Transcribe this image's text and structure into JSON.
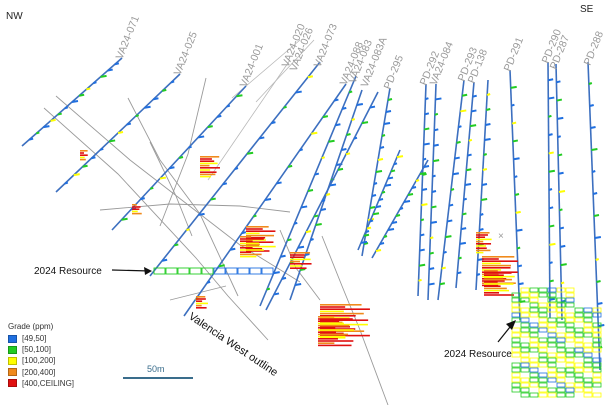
{
  "orientation": {
    "left": "NW",
    "right": "SE"
  },
  "holes": [
    "VA24-071",
    "VA24-025",
    "VA24-001",
    "VA24-020",
    "VA24-026",
    "VA24-073",
    "VA24-088",
    "VA24-083",
    "VA24-083A",
    "PD-295",
    "PD-292",
    "VA24-084",
    "PD-293",
    "PD-138",
    "PD-291",
    "PD-290",
    "PD-287",
    "PD-288"
  ],
  "legend": {
    "title": "Grade (ppm)",
    "items": [
      {
        "label": "[49,50]",
        "color": "#1f6fe0"
      },
      {
        "label": "[50,100]",
        "color": "#22cc22"
      },
      {
        "label": "[100,200]",
        "color": "#ffff00"
      },
      {
        "label": "[200,400]",
        "color": "#f08a1c"
      },
      {
        "label": "[400,CEILING]",
        "color": "#e01010"
      }
    ]
  },
  "annotations": {
    "resource_left": "2024 Resource",
    "resource_right": "2024 Resource",
    "outline": "Valencia West outline"
  },
  "scale": {
    "label": "50m"
  },
  "colors": {
    "trace": "#3c6fbf",
    "outline": "#9a9a9a",
    "label": "#9a9a9a"
  }
}
